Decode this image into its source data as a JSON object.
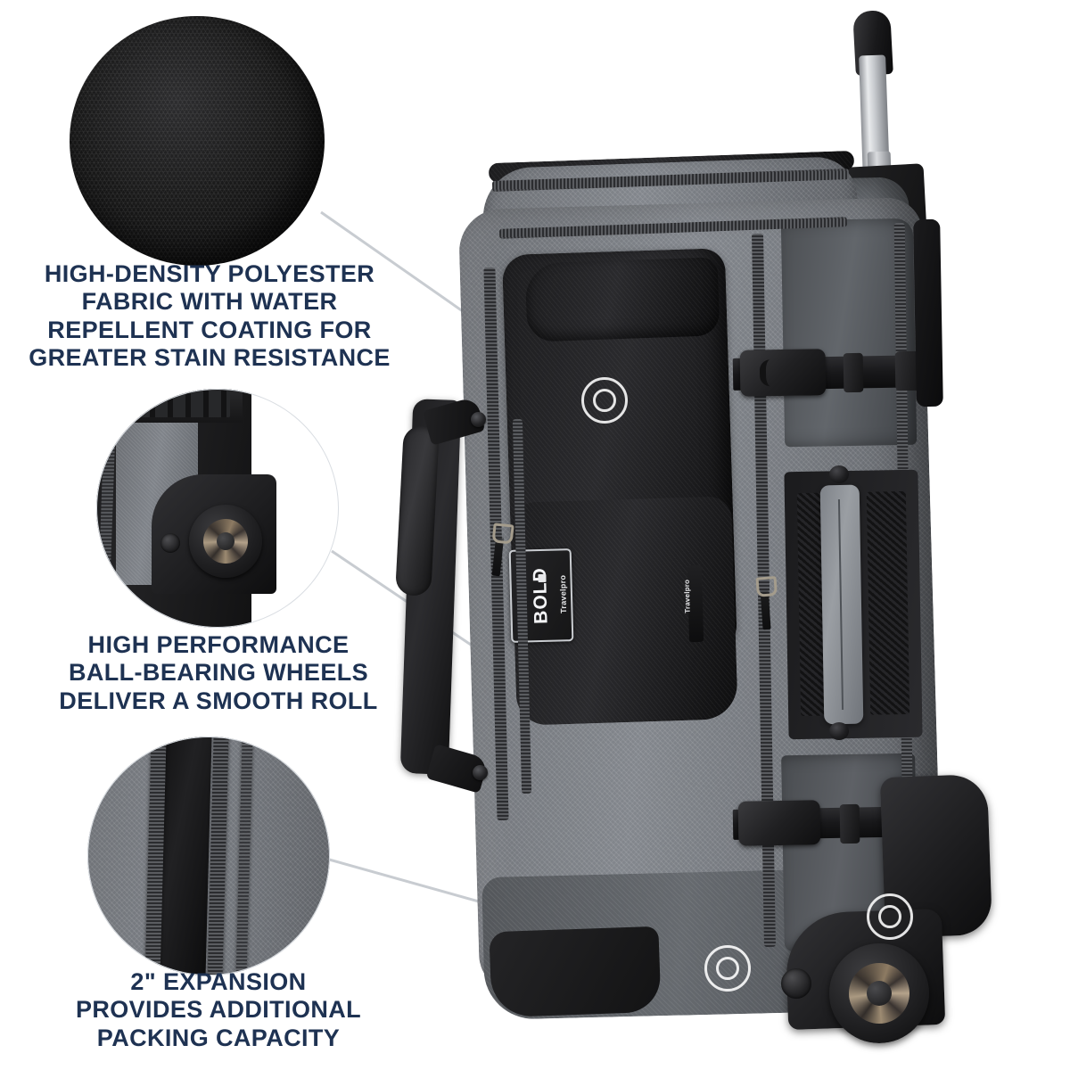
{
  "page": {
    "title": "Travelpro Bold Rolling Duffel — Feature Callouts",
    "background_color": "#ffffff",
    "text_color": "#1e3252",
    "marker_color": "#ffffff",
    "leader_line_color": "#c8ccd1"
  },
  "callouts": [
    {
      "id": "fabric",
      "caption": "HIGH-DENSITY POLYESTER\nFABRIC WITH WATER\nREPELLENT COATING FOR\nGREATER STAIN RESISTANCE",
      "detail_name": "black-woven-polyester-fabric-swatch",
      "marker_name": "callout-marker-fabric"
    },
    {
      "id": "wheels",
      "caption": "HIGH PERFORMANCE\nBALL-BEARING WHEELS\nDELIVER A SMOOTH ROLL",
      "detail_name": "ball-bearing-wheel-closeup",
      "marker_name": "callout-marker-wheels"
    },
    {
      "id": "expansion",
      "caption": "2\" EXPANSION\nPROVIDES ADDITIONAL\nPACKING CAPACITY",
      "detail_name": "expansion-zipper-closeup",
      "marker_name": "callout-marker-expansion"
    }
  ],
  "product": {
    "name": "rolling-duffel-bag",
    "logo_plate": {
      "model": "BOLD",
      "brand": "Travelpro"
    },
    "zipper_tag": {
      "brand": "Travelpro"
    },
    "colors": {
      "fabric_grey": "#7c8086",
      "fabric_grey_dark": "#5a5d62",
      "trim_black": "#1a1a1c",
      "handle_silver": "#c6c9cd",
      "wheel_hub_bronze": "#a6957d"
    }
  }
}
